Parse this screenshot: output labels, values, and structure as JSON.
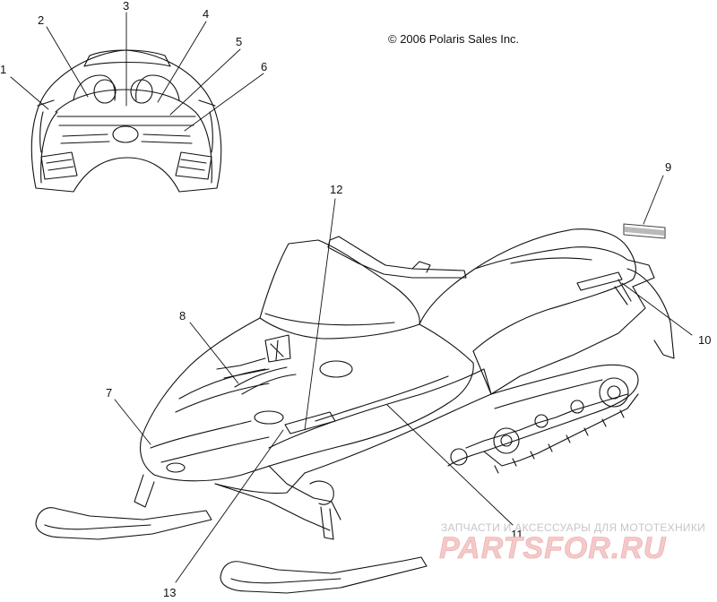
{
  "copyright": "© 2006 Polaris Sales Inc.",
  "callouts": [
    {
      "id": "1",
      "label": "1"
    },
    {
      "id": "2",
      "label": "2"
    },
    {
      "id": "3",
      "label": "3"
    },
    {
      "id": "4",
      "label": "4"
    },
    {
      "id": "5",
      "label": "5"
    },
    {
      "id": "6",
      "label": "6"
    },
    {
      "id": "7",
      "label": "7"
    },
    {
      "id": "8",
      "label": "8"
    },
    {
      "id": "9",
      "label": "9"
    },
    {
      "id": "10",
      "label": "10"
    },
    {
      "id": "11",
      "label": "11"
    },
    {
      "id": "12",
      "label": "12"
    },
    {
      "id": "13",
      "label": "13"
    }
  ],
  "watermark": {
    "tagline": "ЗАПЧАСТИ И АКСЕССУАРЫ ДЛЯ МОТОТЕХНИКИ",
    "brand": "PARTSFOR.RU",
    "color": "#f2c4c4"
  }
}
